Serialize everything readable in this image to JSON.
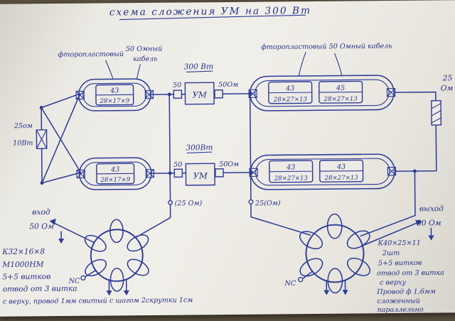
{
  "photo": {
    "ink": "#2c3b97",
    "paper": "#edebe5"
  },
  "title": "схема сложения УМ на 300 Вт",
  "cable_note_left": {
    "l1": "фторопластовый",
    "l2": "50 Омный",
    "l3": "кабель"
  },
  "cable_note_right": "фторопластовый 50 Омный кабель",
  "amplifier_top": {
    "power": "300 Вт",
    "label": "УМ",
    "in_ohm": "50",
    "out_ohm": "50Ом"
  },
  "amplifier_bottom": {
    "power": "300Вт",
    "label": "УМ",
    "in_ohm": "50",
    "out_ohm": "50Ом"
  },
  "transformer_top_left": {
    "mark": "43",
    "size": "28×17×9"
  },
  "transformer_bottom_left": {
    "mark": "43",
    "size": "28×17×9"
  },
  "transformer_top_right_a": {
    "mark": "43",
    "size": "28×27×13"
  },
  "transformer_top_right_b": {
    "mark": "45",
    "size": "28×27×13"
  },
  "transformer_bottom_right_a": {
    "mark": "43",
    "size": "28×27×13"
  },
  "transformer_bottom_right_b": {
    "mark": "43",
    "size": "28×27×13"
  },
  "resistor_left": {
    "value": "25ом",
    "power": "10Вт"
  },
  "resistor_right": {
    "value": "25",
    "unit": "Ом"
  },
  "tap_left": "(25 Ом)",
  "tap_right": "25(Ом)",
  "input": {
    "label": "вход",
    "impedance": "50 Ом"
  },
  "output": {
    "label": "выход",
    "impedance": "50 Ом"
  },
  "nc_left": "NC",
  "nc_right": "NC",
  "notes_left": {
    "l1": "К32×16×8",
    "l2": "М1000НМ",
    "l3": "5+5 витков",
    "l4": "отвод от 3 витка",
    "l5": "с верху, провод 1мм свитый с шагом 2скрутки 1см"
  },
  "notes_right": {
    "l1": "К40×25×11",
    "l2": "2шт",
    "l3": "5+5 витков",
    "l4": "отвод от 3 витка",
    "l5": "с верху",
    "l6": "Провод ф 1,6мм",
    "l7": "сложенный",
    "l8": "параллельно"
  }
}
